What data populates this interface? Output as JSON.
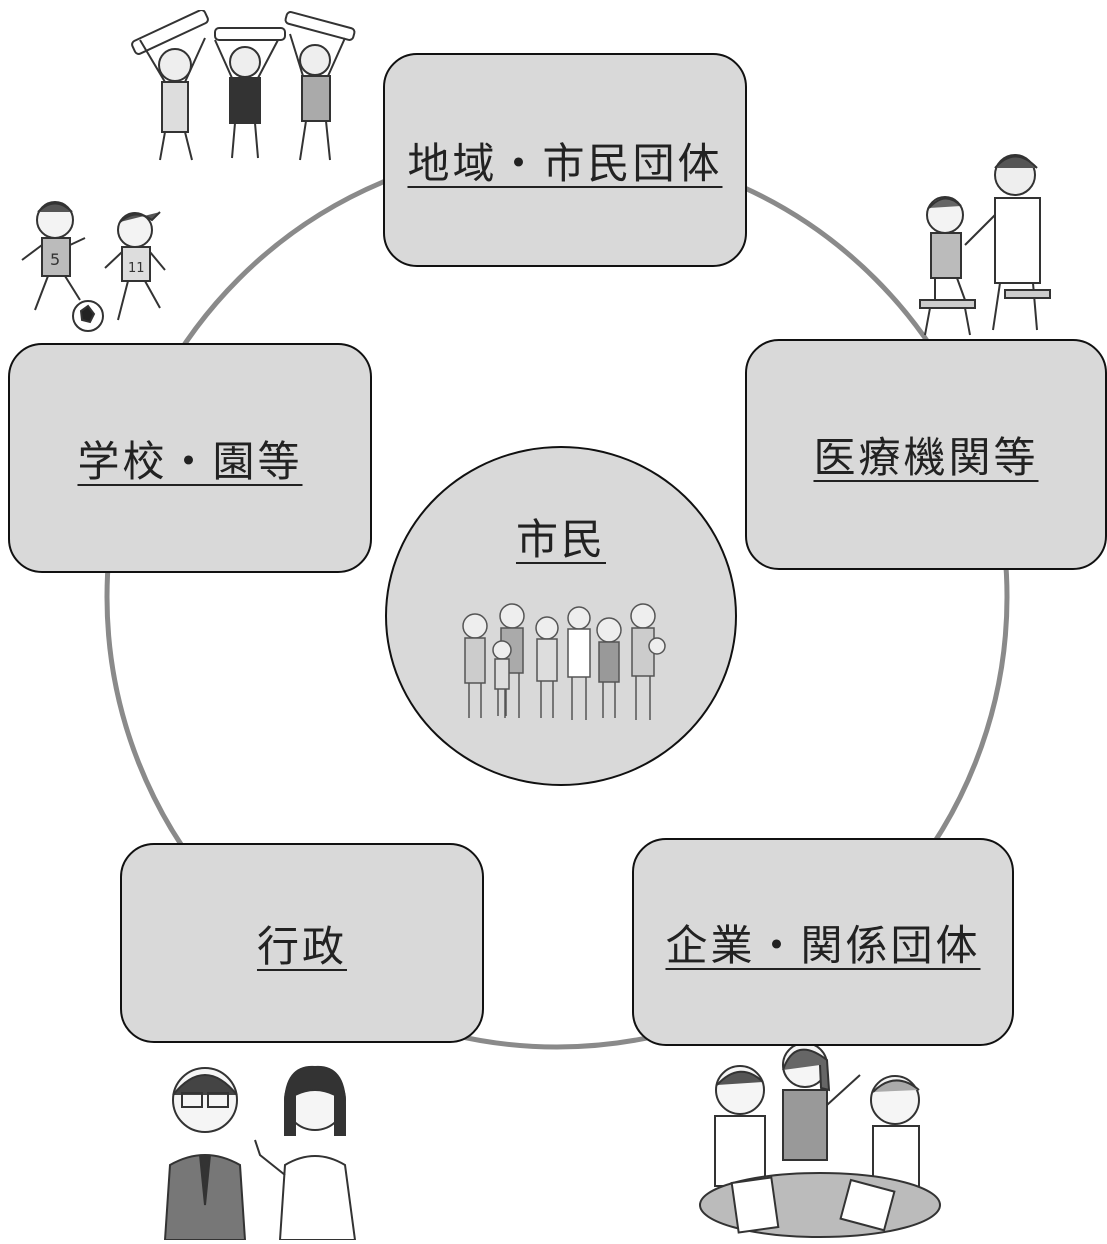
{
  "diagram": {
    "center": {
      "label": "市民"
    },
    "nodes": {
      "top": {
        "label": "地域・市民団体"
      },
      "left": {
        "label": "学校・園等"
      },
      "right": {
        "label": "医療機関等"
      },
      "bottom_left": {
        "label": "行政"
      },
      "bottom_right": {
        "label": "企業・関係団体"
      }
    },
    "ring_color": "#8a8a8a",
    "box_fill": "#d9d9d9"
  }
}
